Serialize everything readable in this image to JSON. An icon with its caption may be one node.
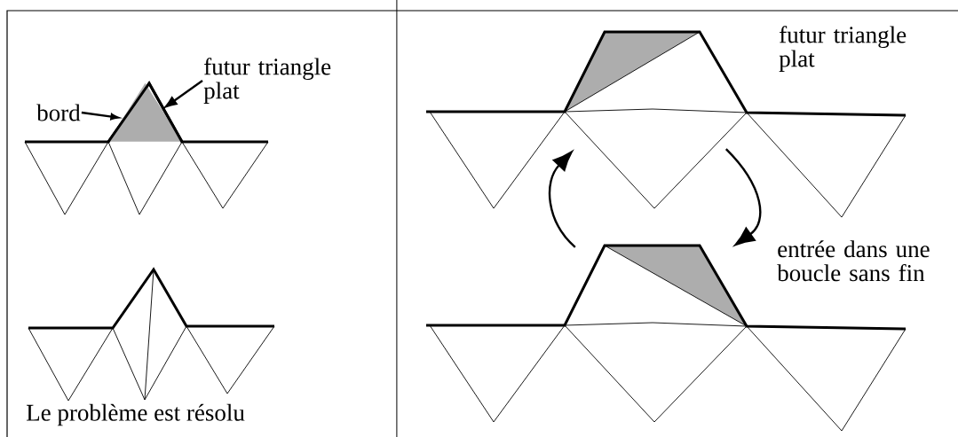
{
  "diagram": {
    "nodes": [
      {
        "text": [
          "bord"
        ]
      },
      {
        "text": [
          "futur triangle plat"
        ]
      },
      {
        "text": [],
        "shape": "triangle"
      },
      {
        "text": [],
        "shape": "picture"
      },
      {
        "text": [],
        "shape": "picture"
      }
    ],
    "edges": [
      {
        "from": 0,
        "to": 2,
        "arrow": "to"
      },
      {
        "from": 1,
        "to": 2,
        "arrow": "to"
      },
      {
        "from": 3,
        "to": 4,
        "arrow": "to"
      },
      {
        "from": 4,
        "to": 3,
        "arrow": "to"
      }
    ],
    "labels": [
      "Le problème est résolu",
      "futur triangle plat",
      "entrée dans une boucle sans fin"
    ]
  }
}
